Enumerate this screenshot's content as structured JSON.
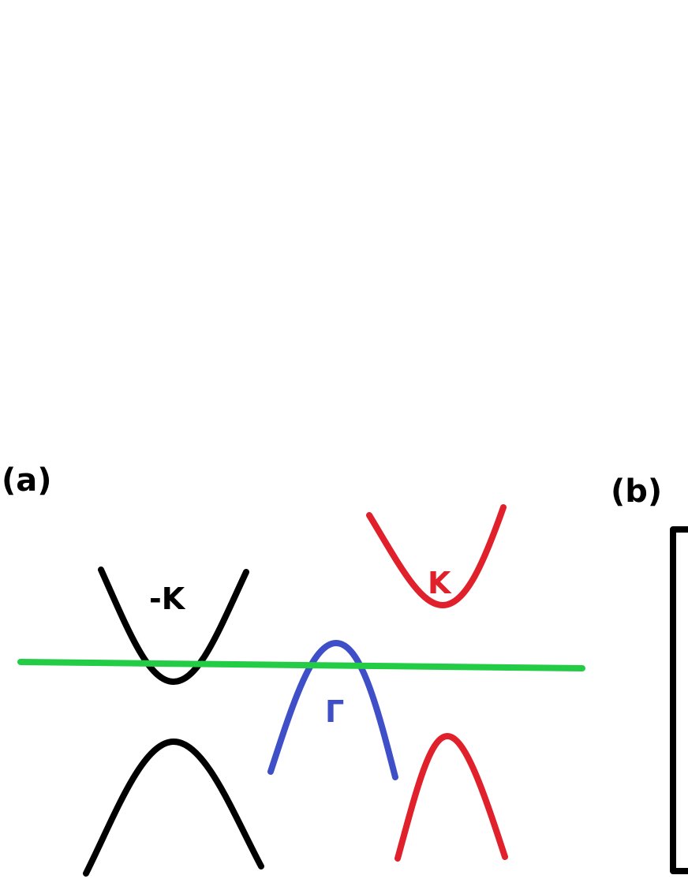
{
  "panels": {
    "a": {
      "label": "(a)"
    },
    "b": {
      "label": "(b)"
    }
  },
  "valleys": {
    "minus_k": {
      "label": "-K",
      "color": "#000000"
    },
    "k": {
      "label": "K",
      "color": "#e0202a"
    },
    "gamma": {
      "label": "Γ",
      "color": "#3f4fc8"
    }
  },
  "fermi_level": {
    "color": "#22cc44"
  },
  "bracket": {
    "color": "#000000"
  }
}
